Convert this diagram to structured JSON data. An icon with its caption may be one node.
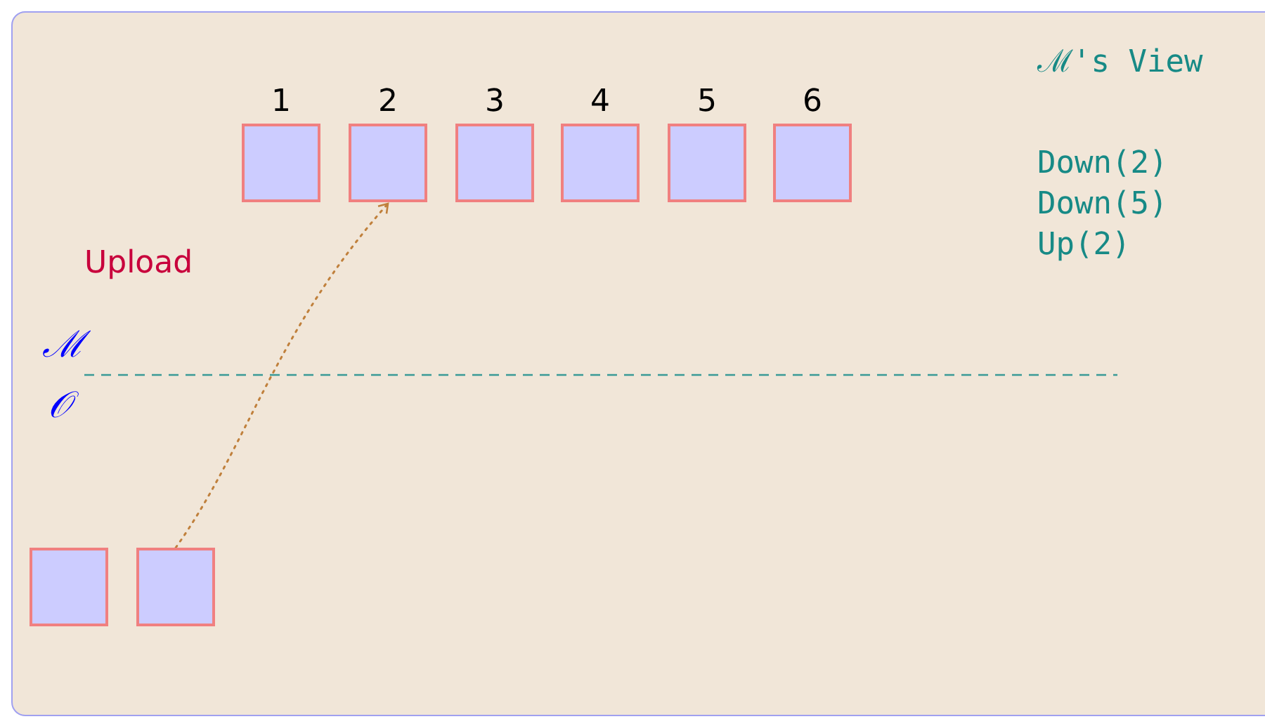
{
  "diagram": {
    "nodes": [
      {
        "text": [
          "1"
        ]
      },
      {
        "text": [
          "2"
        ]
      },
      {
        "text": [
          "3"
        ]
      },
      {
        "text": [
          "4"
        ]
      },
      {
        "text": [
          "5"
        ]
      },
      {
        "text": [
          "6"
        ]
      },
      {
        "text": [],
        "shape": "box"
      },
      {
        "text": [],
        "shape": "box"
      }
    ],
    "edges": [
      {
        "from": 7,
        "to": 1,
        "arrow": "to",
        "style": "dashed",
        "color": "#c0803c"
      }
    ],
    "labels": [
      "ℳ's View",
      "Down(2)",
      "Down(5)",
      "Up(2)",
      "Upload",
      "ℳ",
      "𝒪"
    ]
  }
}
